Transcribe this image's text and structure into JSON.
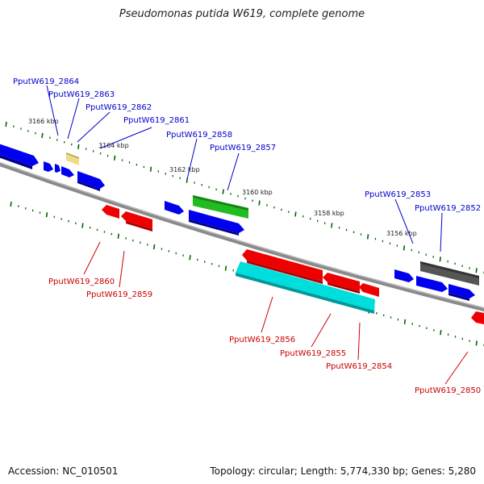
{
  "title": "Pseudomonas putida W619, complete genome",
  "footer": {
    "accession": "Accession: NC_010501",
    "summary": "Topology: circular; Length: 5,774,330 bp; Genes: 5,280"
  },
  "colors": {
    "blue": "#0000ee",
    "red": "#ee0000",
    "green": "#22bb22",
    "cyan": "#00dddd",
    "yellow": "#eedd88",
    "gray": "#555555",
    "tick": "#006600",
    "backbone": "#777777"
  },
  "kbp_labels": [
    "3166 kbp",
    "3164 kbp",
    "3162 kbp",
    "3160 kbp",
    "3158 kbp",
    "3156 kbp"
  ],
  "genes": [
    {
      "label": "PputW619_2864",
      "color": "blue"
    },
    {
      "label": "PputW619_2863",
      "color": "blue"
    },
    {
      "label": "PputW619_2862",
      "color": "blue"
    },
    {
      "label": "PputW619_2861",
      "color": "blue"
    },
    {
      "label": "PputW619_2858",
      "color": "blue"
    },
    {
      "label": "PputW619_2857",
      "color": "blue"
    },
    {
      "label": "PputW619_2853",
      "color": "blue"
    },
    {
      "label": "PputW619_2852",
      "color": "blue"
    },
    {
      "label": "PputW619_2860",
      "color": "red"
    },
    {
      "label": "PputW619_2859",
      "color": "red"
    },
    {
      "label": "PputW619_2856",
      "color": "red"
    },
    {
      "label": "PputW619_2855",
      "color": "red"
    },
    {
      "label": "PputW619_2854",
      "color": "red"
    },
    {
      "label": "PputW619_2850",
      "color": "red"
    }
  ]
}
